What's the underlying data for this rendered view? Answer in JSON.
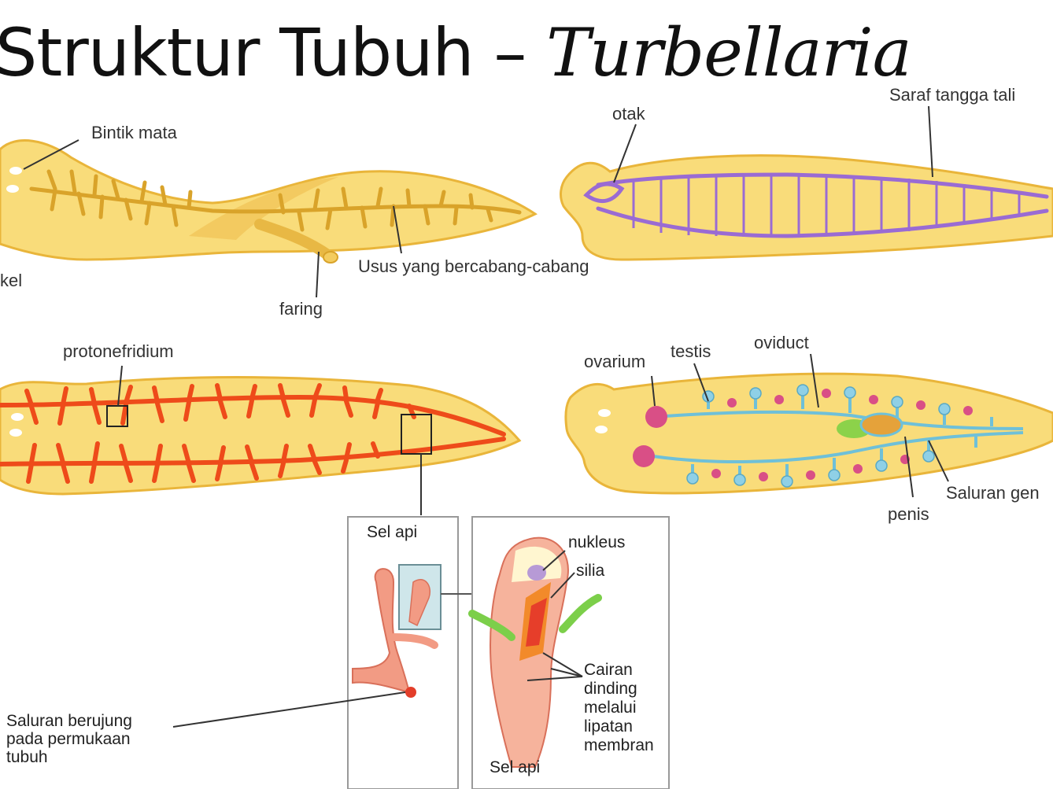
{
  "title": {
    "main": "Struktur Tubuh – ",
    "italic": "Turbellaria"
  },
  "labels": {
    "bintik_mata": "Bintik mata",
    "aurikel": "kel",
    "faring": "faring",
    "usus": "Usus yang bercabang-cabang",
    "otak": "otak",
    "saraf": "Saraf tangga tali",
    "protonefridium": "protonefridium",
    "ovarium": "ovarium",
    "testis": "testis",
    "oviduct": "oviduct",
    "penis": "penis",
    "saluran_genital": "Saluran gen",
    "sel_api_1": "Sel api",
    "nukleus": "nukleus",
    "silia": "silia",
    "cairan_lines": [
      "Cairan",
      "dinding",
      "melalui",
      "lipatan",
      "membran"
    ],
    "sel_api_2": "Sel api",
    "saluran_lines": [
      "Saluran berujung",
      "pada permukaan",
      "tubuh"
    ]
  },
  "colors": {
    "body_fill": "#f9dc7a",
    "body_stroke": "#e9b53a",
    "gut": "#d9a32a",
    "excretory": "#ee4b1a",
    "nerve": "#9a6bd3",
    "ovary": "#d94f86",
    "duct": "#6fc0d8",
    "flame_cell": "#f29b84"
  }
}
